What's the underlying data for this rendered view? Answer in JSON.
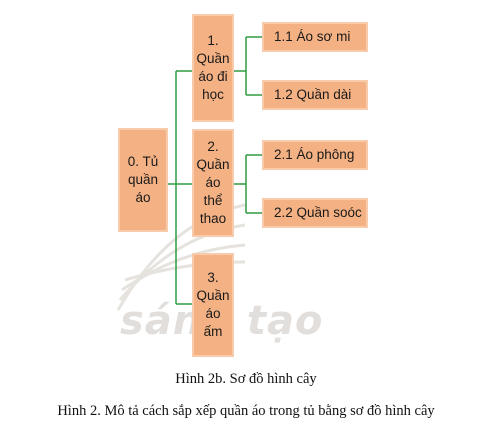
{
  "diagram": {
    "root": "0. Tủ quần áo",
    "branches": [
      {
        "label": "1. Quần áo đi học",
        "children": [
          "1.1 Áo sơ mi",
          "1.2 Quần dài"
        ]
      },
      {
        "label": "2. Quần áo thể thao",
        "children": [
          "2.1 Áo phông",
          "2.2 Quần soóc"
        ]
      },
      {
        "label": "3. Quần áo ấm",
        "children": []
      }
    ],
    "line_color": "#2e9b3f",
    "box_color": "#f4b183",
    "watermark": "sáng tạo"
  },
  "captions": {
    "figure": "Hình 2b. Sơ đồ hình cây",
    "main": "Hình 2. Mô tả cách sắp xếp quần áo trong tủ bằng sơ đồ hình cây"
  }
}
